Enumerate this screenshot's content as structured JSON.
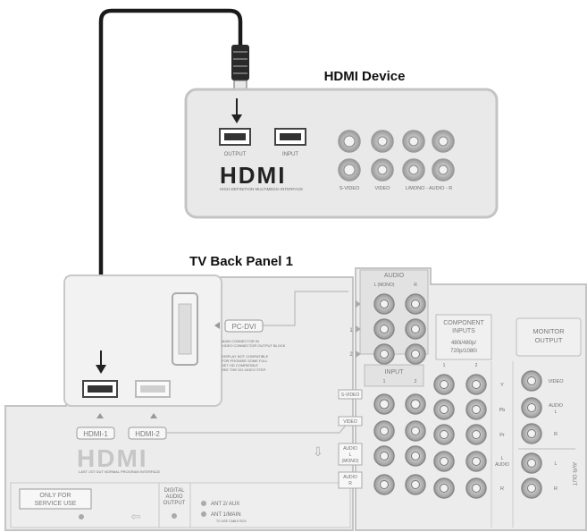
{
  "titles": {
    "device": "HDMI Device",
    "tv_panel": "TV Back Panel 1"
  },
  "device": {
    "output_label": "OUTPUT",
    "input_label": "INPUT",
    "logo": "HDMI",
    "logo_tagline": "HIGH-DEFINITION MULTIMEDIA INTERFACE",
    "svideo_label": "S-VIDEO",
    "video_label": "VIDEO",
    "audio_label": "L/MONO - AUDIO - R"
  },
  "tv": {
    "audio_header": "AUDIO",
    "audio_l": "L (MONO)",
    "audio_r": "R",
    "pc_dvi_label": "PC-DVI",
    "dvi_note_1": "MAIN CONNECTOR IN",
    "dvi_note_2": "VIDEO CONNECTOR OUTPUT BLOCK",
    "dvi_note_3": "DISPLAY NOT COMPATIBLE",
    "dvi_note_4": "FOR PROMISE SOME FULL",
    "dvi_note_5": "SET HD COMPATIBLE",
    "dvi_note_6": "SEE THE DO-VIDEO STEP",
    "row_1": "1",
    "row_2": "2",
    "component_title_1": "COMPONENT",
    "component_title_2": "INPUTS",
    "component_res_1": "480i/480p/",
    "component_res_2": "720p/1080i",
    "col_1": "1",
    "col_2": "2",
    "input_header": "INPUT",
    "svideo_side": "S-VIDEO",
    "video_side": "VIDEO",
    "audio_side_1": "AUDIO",
    "audio_side_2": "L",
    "audio_side_3": "(MONO)",
    "audio_side_r1": "AUDIO",
    "audio_side_r2": "R",
    "y_label": "Y",
    "pb_label": "Pb",
    "pr_label": "Pr",
    "l_audio_1": "L",
    "l_audio_2": "AUDIO",
    "r_audio": "R",
    "monitor_1": "MONITOR",
    "monitor_2": "OUTPUT",
    "mon_video": "VIDEO",
    "mon_audio_1": "AUDIO",
    "mon_audio_2": "L",
    "mon_r": "R",
    "mon_l": "L",
    "mon_r2": "R",
    "avr_out": "AVR OUT",
    "hdmi1": "HDMI-1",
    "hdmi2": "HDMI-2",
    "logo": "HDMI",
    "logo_tagline": "LAST 1ST OUT NORMAL PROGRAM INTERFACE",
    "service_1": "ONLY FOR",
    "service_2": "SERVICE USE",
    "digital_1": "DIGITAL",
    "digital_2": "AUDIO",
    "digital_3": "OUTPUT",
    "ant2": "ANT 2/ AUX",
    "ant1": "ANT 1/MAIN",
    "ant_note": "TO USE CABLE BOX"
  },
  "colors": {
    "panel_fill": "#e9e9e9",
    "panel_stroke": "#c4c4c4",
    "cable": "#1a1a1a",
    "arrow": "#222222"
  }
}
